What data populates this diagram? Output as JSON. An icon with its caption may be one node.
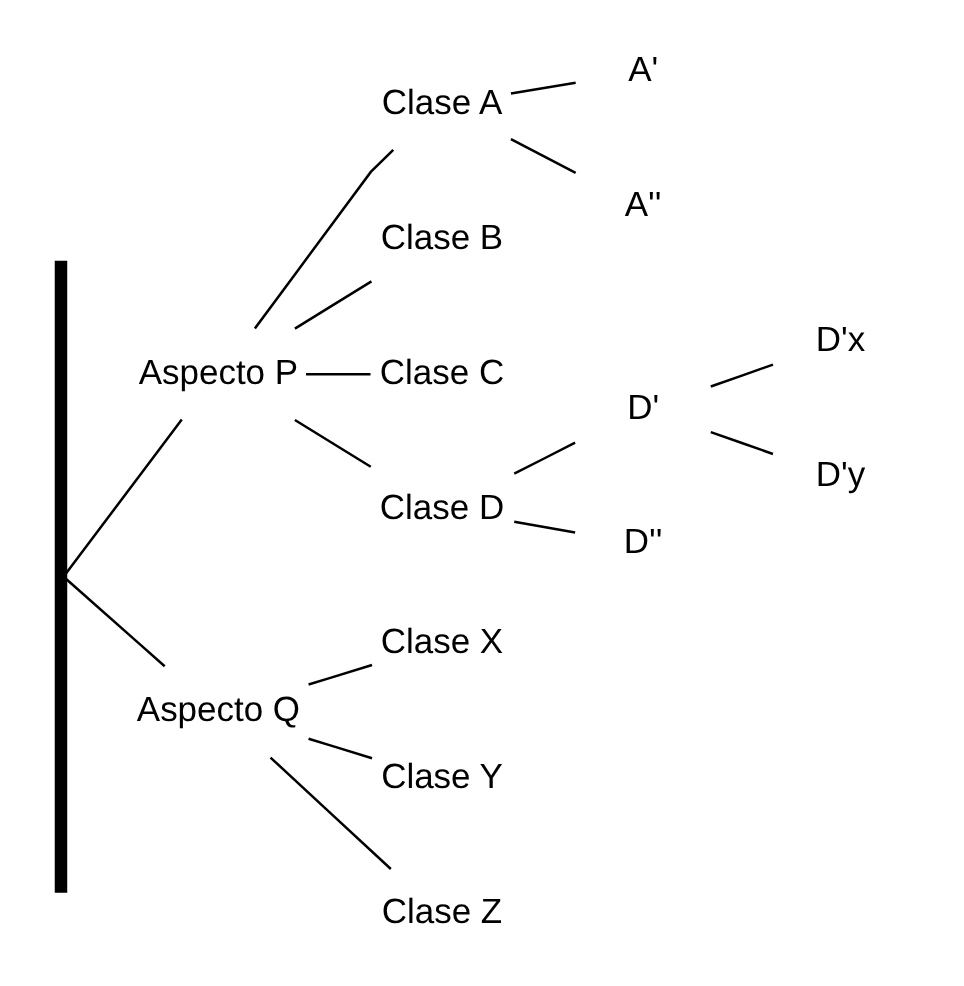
{
  "diagram": {
    "nodes": [
      {
        "text": [],
        "shape": "brace"
      },
      {
        "text": [
          "Aspecto P"
        ]
      },
      {
        "text": [
          "Clase A"
        ]
      },
      {
        "text": [
          "A'"
        ]
      },
      {
        "text": [
          "A''"
        ]
      },
      {
        "text": [
          "Clase B"
        ]
      },
      {
        "text": [
          "Clase C"
        ]
      },
      {
        "text": [
          "Clase D"
        ]
      },
      {
        "text": [
          "D'"
        ]
      },
      {
        "text": [
          "D'x"
        ]
      },
      {
        "text": [
          "D'y"
        ]
      },
      {
        "text": [
          "D''"
        ]
      },
      {
        "text": [
          "Aspecto Q"
        ]
      },
      {
        "text": [
          "Clase X"
        ]
      },
      {
        "text": [
          "Clase Y"
        ]
      },
      {
        "text": [
          "Clase Z"
        ]
      }
    ],
    "edges": [
      {
        "from": 0,
        "to": 1,
        "arrow": "none"
      },
      {
        "from": 0,
        "to": 12,
        "arrow": "none"
      },
      {
        "from": 1,
        "to": 2,
        "arrow": "none"
      },
      {
        "from": 1,
        "to": 5,
        "arrow": "none"
      },
      {
        "from": 1,
        "to": 6,
        "arrow": "none"
      },
      {
        "from": 1,
        "to": 7,
        "arrow": "none"
      },
      {
        "from": 2,
        "to": 3,
        "arrow": "none"
      },
      {
        "from": 2,
        "to": 4,
        "arrow": "none"
      },
      {
        "from": 7,
        "to": 8,
        "arrow": "none"
      },
      {
        "from": 7,
        "to": 11,
        "arrow": "none"
      },
      {
        "from": 8,
        "to": 9,
        "arrow": "none"
      },
      {
        "from": 8,
        "to": 10,
        "arrow": "none"
      },
      {
        "from": 12,
        "to": 13,
        "arrow": "none"
      },
      {
        "from": 12,
        "to": 14,
        "arrow": "none"
      },
      {
        "from": 12,
        "to": 15,
        "arrow": "none"
      }
    ]
  }
}
